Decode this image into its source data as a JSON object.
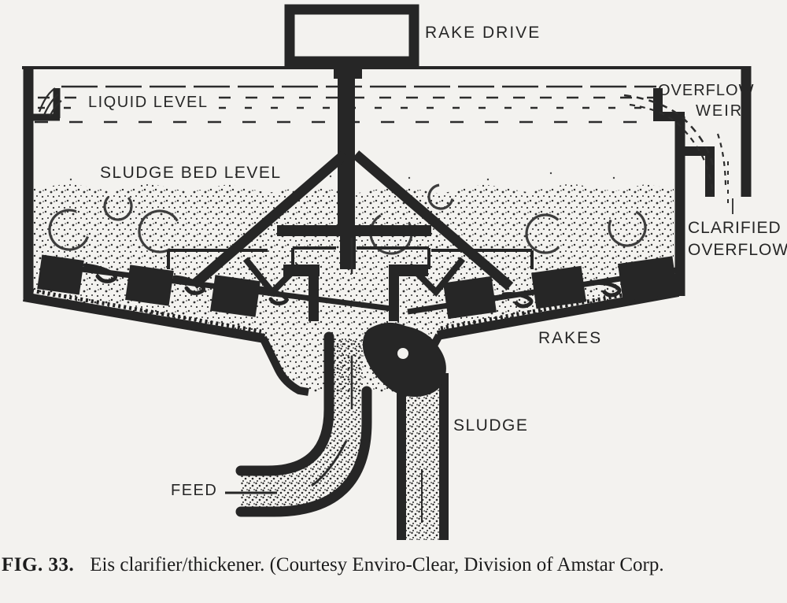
{
  "figure": {
    "labels": {
      "rake_drive": "RAKE DRIVE",
      "liquid_level": "LIQUID LEVEL",
      "sludge_bed_level": "SLUDGE BED LEVEL",
      "overflow_weir_line1": "OVERFLOW",
      "overflow_weir_line2": "WEIR",
      "clarified_overflow_line1": "CLARIFIED",
      "clarified_overflow_line2": "OVERFLOW",
      "rakes": "RAKES",
      "sludge": "SLUDGE",
      "feed": "FEED"
    },
    "caption": {
      "fig": "FIG. 33.",
      "text": "Eis clarifier/thickener. (Courtesy Enviro-Clear, Division of Amstar Corp."
    },
    "colors": {
      "ink": "#262626",
      "background": "#f3f2ef"
    }
  }
}
